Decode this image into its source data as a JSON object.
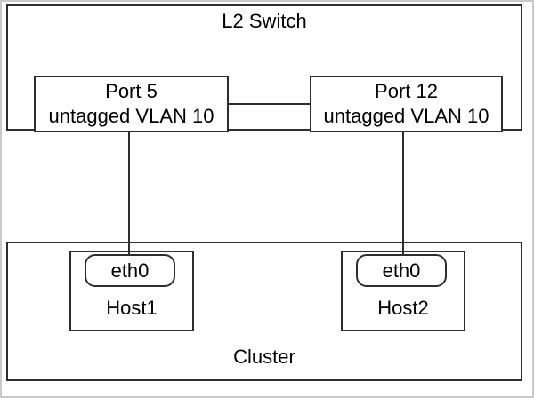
{
  "colors": {
    "stroke": "#2e2e2e",
    "frame": "#c9c9c9",
    "background": "#ffffff",
    "text": "#000000"
  },
  "switch": {
    "label": "L2 Switch",
    "ports": [
      {
        "name": "Port 5",
        "vlan": "untagged VLAN 10"
      },
      {
        "name": "Port 12",
        "vlan": "untagged VLAN 10"
      }
    ]
  },
  "cluster": {
    "label": "Cluster",
    "hosts": [
      {
        "name": "Host1",
        "interface": "eth0"
      },
      {
        "name": "Host2",
        "interface": "eth0"
      }
    ]
  }
}
